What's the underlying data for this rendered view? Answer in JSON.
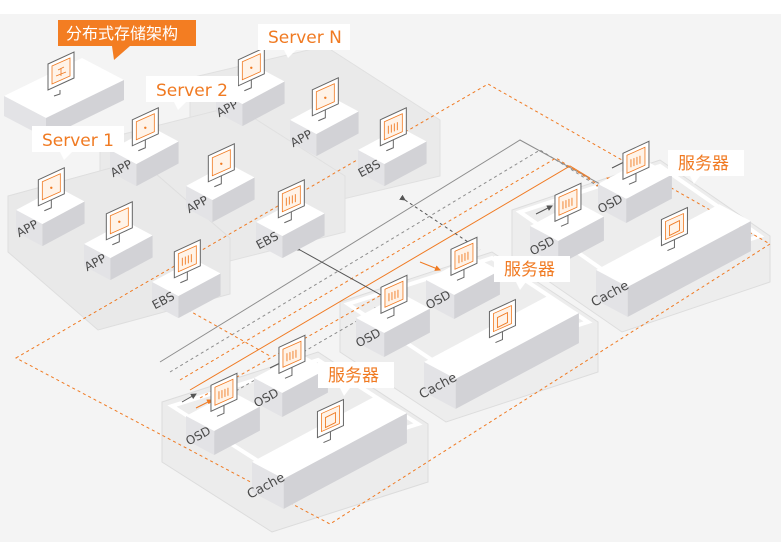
{
  "title": "分布式存储架构",
  "servers": {
    "server1": "Server 1",
    "server2": "Server 2",
    "serverN": "Server N"
  },
  "storage_label": "服务器",
  "node_labels": {
    "app": "APP",
    "ebs": "EBS",
    "osd": "OSD",
    "cache": "Cache"
  },
  "colors": {
    "accent": "#f07a22",
    "title_bg": "#f37d22",
    "platform": "#ececec",
    "cube_top": "#ffffff",
    "cube_left": "#e3e3e6",
    "cube_right": "#d2d2d6",
    "line_gray": "#8d8d8d"
  }
}
